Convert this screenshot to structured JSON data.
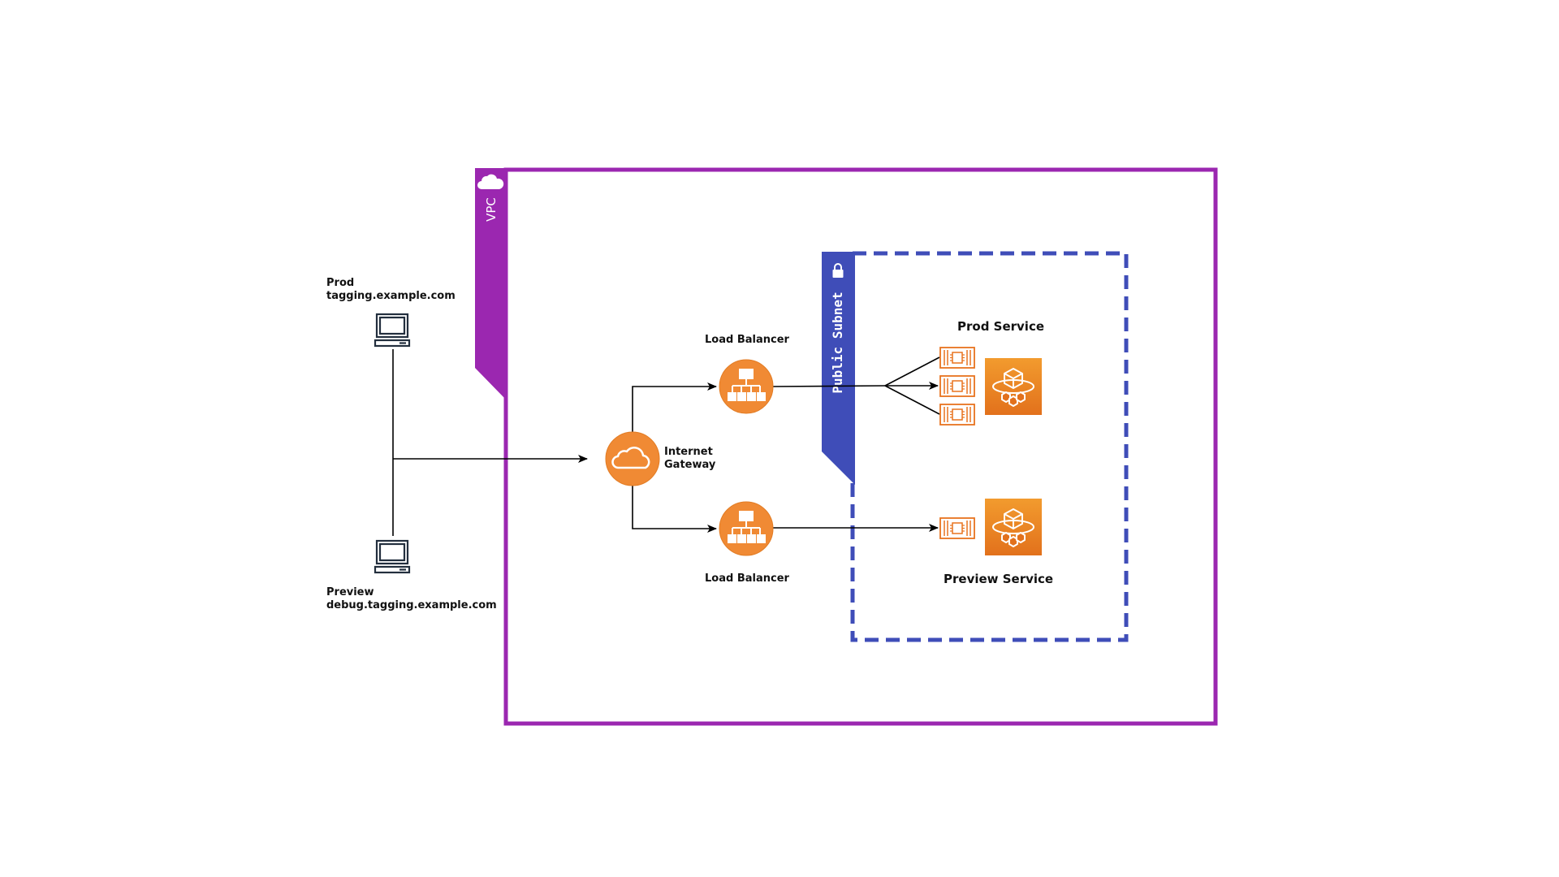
{
  "colors": {
    "vpc": "#9b27b0",
    "subnet": "#3f4db8",
    "orange": "#f08a34",
    "orange_dark": "#e27c24",
    "service_grad_top": "#f29b2e",
    "service_grad_bottom": "#e2711c",
    "line": "#000000",
    "text": "#111111"
  },
  "vpc": {
    "label": "VPC",
    "icon": "cloud-icon"
  },
  "subnet": {
    "label": "Public Subnet",
    "icon": "lock-icon"
  },
  "clients": {
    "prod": {
      "title": "Prod",
      "host": "tagging.example.com",
      "icon": "laptop-icon"
    },
    "preview": {
      "title": "Preview",
      "host": "debug.tagging.example.com",
      "icon": "laptop-icon"
    }
  },
  "gateway": {
    "label_line1": "Internet",
    "label_line2": "Gateway",
    "icon": "cloud-icon"
  },
  "load_balancers": {
    "top": {
      "label": "Load Balancer",
      "icon": "load-balancer-icon"
    },
    "bottom": {
      "label": "Load Balancer",
      "icon": "load-balancer-icon"
    }
  },
  "services": {
    "prod": {
      "label": "Prod Service",
      "tasks": 3,
      "icon": "fargate-icon"
    },
    "preview": {
      "label": "Preview Service",
      "tasks": 1,
      "icon": "fargate-icon"
    }
  }
}
